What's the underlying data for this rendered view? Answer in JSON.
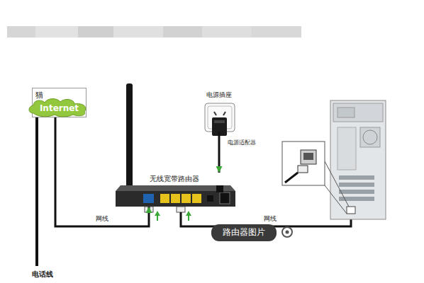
{
  "diagram": {
    "nodes": [
      {
        "text": [
          "猫",
          "Internet"
        ]
      },
      {
        "text": [
          "电源插座"
        ]
      },
      {
        "text": [
          "无线宽带路由器"
        ]
      },
      {
        "text": [
          "路由器图片"
        ]
      }
    ],
    "edges": [
      {
        "from": 0,
        "to": 2,
        "arrow": "to",
        "label": "网线"
      },
      {
        "from": 1,
        "to": 2,
        "arrow": "to"
      }
    ],
    "labels": [
      "电源适配器",
      "网线",
      "电话线"
    ]
  }
}
